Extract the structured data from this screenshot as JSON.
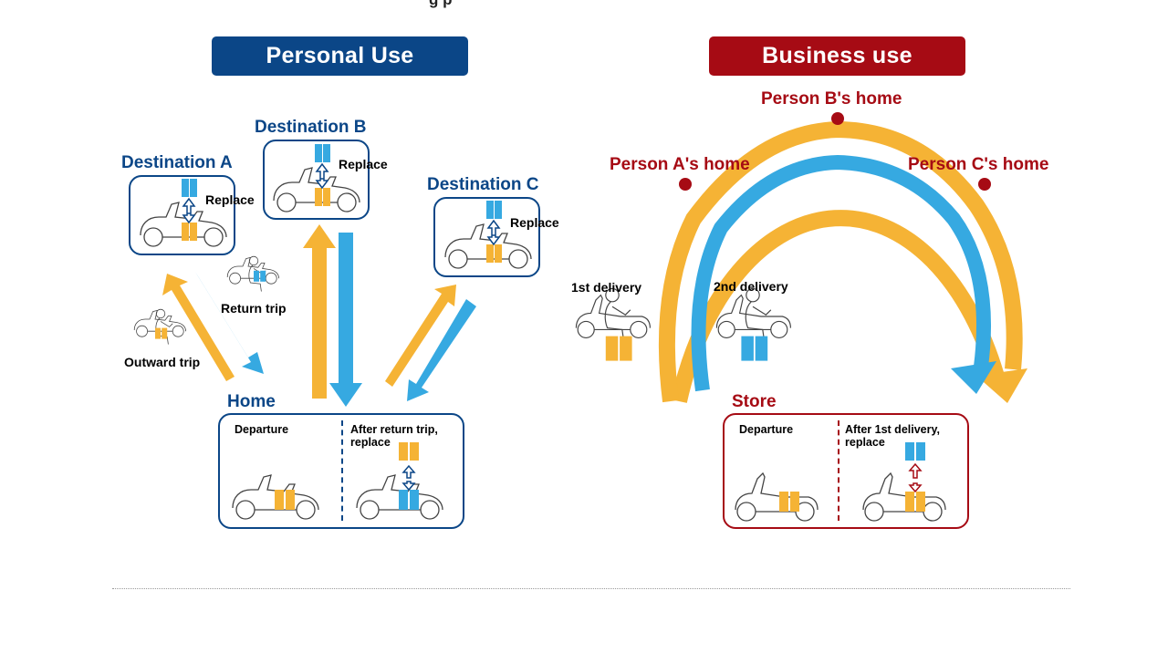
{
  "top_heading": "g    p",
  "personal": {
    "title": "Personal Use",
    "dest_a": "Destination A",
    "dest_b": "Destination B",
    "dest_c": "Destination C",
    "replace": "Replace",
    "return_trip": "Return trip",
    "outward_trip": "Outward trip",
    "home": "Home",
    "departure": "Departure",
    "after_return": "After return trip,\nreplace"
  },
  "business": {
    "title": "Business use",
    "person_a": "Person A's home",
    "person_b": "Person B's home",
    "person_c": "Person C's home",
    "first_delivery": "1st delivery",
    "second_delivery": "2nd delivery",
    "store": "Store",
    "departure": "Departure",
    "after_first": "After 1st delivery,\nreplace"
  },
  "colors": {
    "navy": "#0b4687",
    "dark_red": "#a60b14",
    "battery_orange": "#f5b335",
    "battery_blue": "#36a9e1"
  }
}
